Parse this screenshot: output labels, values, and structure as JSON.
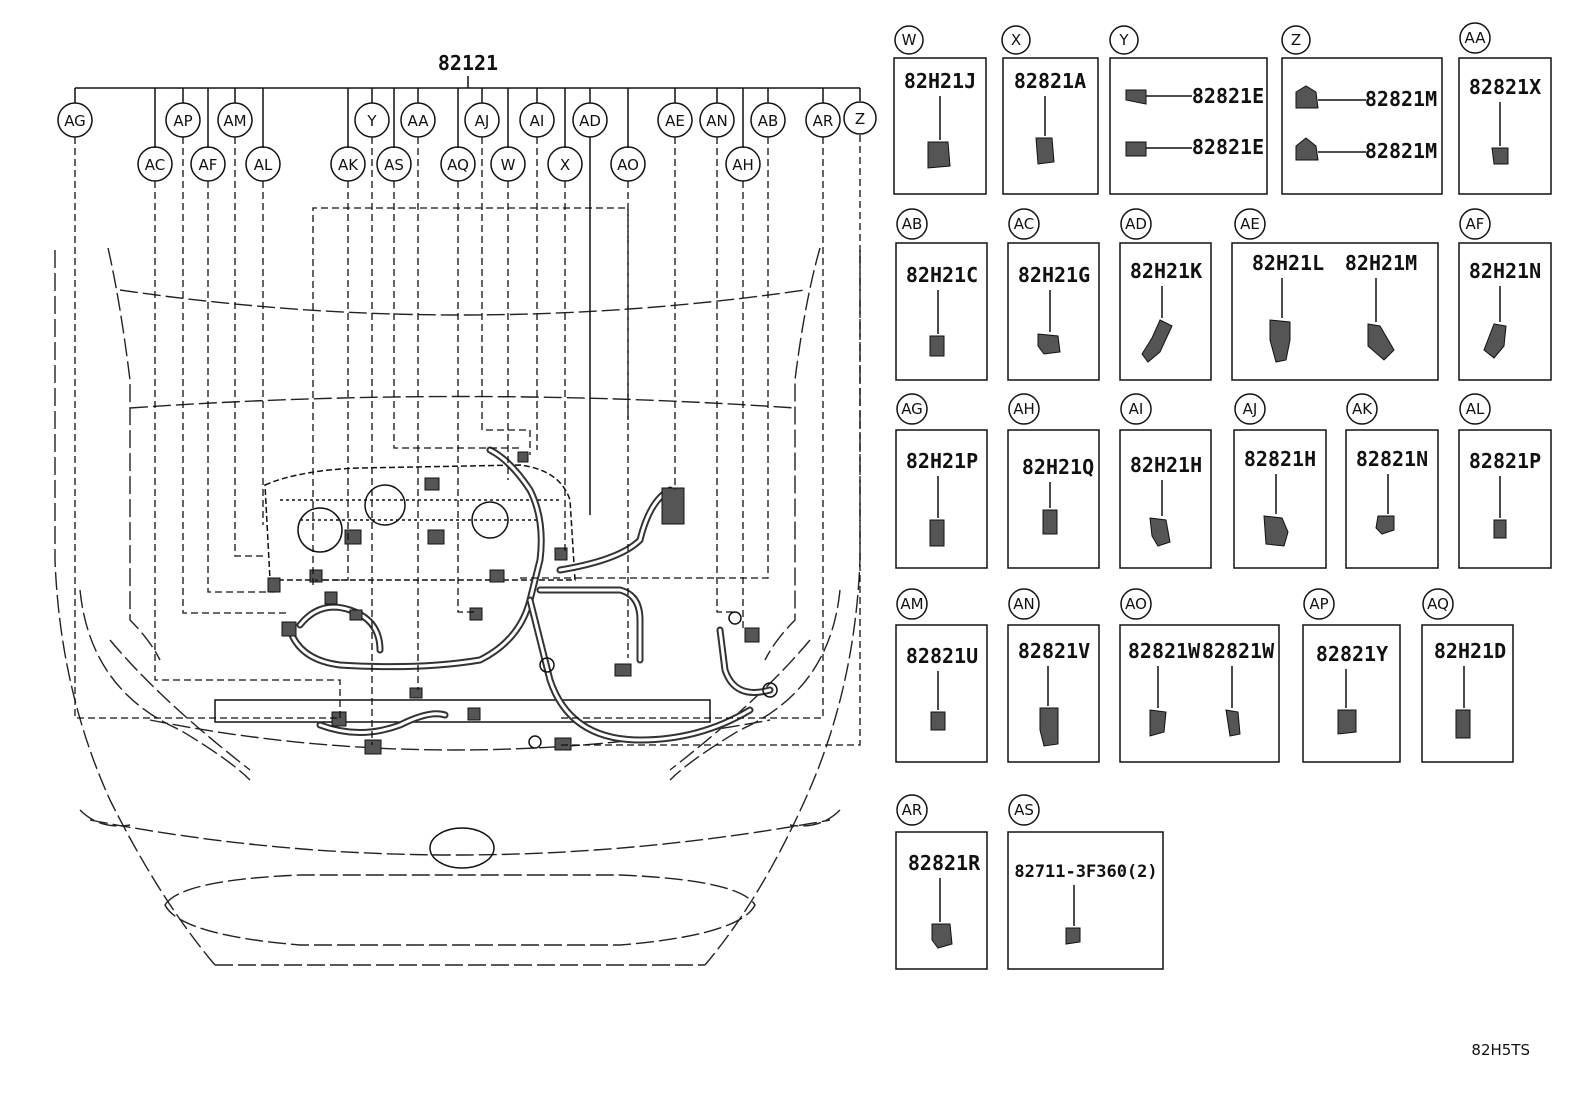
{
  "main_part": "82121",
  "footer_code": "82H5TS",
  "harness_callouts": [
    {
      "ref": "AG"
    },
    {
      "ref": "AC"
    },
    {
      "ref": "AP"
    },
    {
      "ref": "AF"
    },
    {
      "ref": "AM"
    },
    {
      "ref": "AL"
    },
    {
      "ref": "AK"
    },
    {
      "ref": "Y"
    },
    {
      "ref": "AS"
    },
    {
      "ref": "AA"
    },
    {
      "ref": "AQ"
    },
    {
      "ref": "AJ"
    },
    {
      "ref": "W"
    },
    {
      "ref": "AI"
    },
    {
      "ref": "X"
    },
    {
      "ref": "AD"
    },
    {
      "ref": "AO"
    },
    {
      "ref": "AE"
    },
    {
      "ref": "AN"
    },
    {
      "ref": "AH"
    },
    {
      "ref": "AB"
    },
    {
      "ref": "AR"
    },
    {
      "ref": "Z"
    }
  ],
  "part_boxes": [
    {
      "ref": "W",
      "parts": [
        "82H21J"
      ]
    },
    {
      "ref": "X",
      "parts": [
        "82821A"
      ]
    },
    {
      "ref": "Y",
      "parts": [
        "82821E",
        "82821E"
      ]
    },
    {
      "ref": "Z",
      "parts": [
        "82821M",
        "82821M"
      ]
    },
    {
      "ref": "AA",
      "parts": [
        "82821X"
      ]
    },
    {
      "ref": "AB",
      "parts": [
        "82H21C"
      ]
    },
    {
      "ref": "AC",
      "parts": [
        "82H21G"
      ]
    },
    {
      "ref": "AD",
      "parts": [
        "82H21K"
      ]
    },
    {
      "ref": "AE",
      "parts": [
        "82H21L",
        "82H21M"
      ]
    },
    {
      "ref": "AF",
      "parts": [
        "82H21N"
      ]
    },
    {
      "ref": "AG",
      "parts": [
        "82H21P"
      ]
    },
    {
      "ref": "AH",
      "parts": [
        "82H21Q"
      ]
    },
    {
      "ref": "AI",
      "parts": [
        "82H21H"
      ]
    },
    {
      "ref": "AJ",
      "parts": [
        "82821H"
      ]
    },
    {
      "ref": "AK",
      "parts": [
        "82821N"
      ]
    },
    {
      "ref": "AL",
      "parts": [
        "82821P"
      ]
    },
    {
      "ref": "AM",
      "parts": [
        "82821U"
      ]
    },
    {
      "ref": "AN",
      "parts": [
        "82821V"
      ]
    },
    {
      "ref": "AO",
      "parts": [
        "82821W",
        "82821W"
      ]
    },
    {
      "ref": "AP",
      "parts": [
        "82821Y"
      ]
    },
    {
      "ref": "AQ",
      "parts": [
        "82H21D"
      ]
    },
    {
      "ref": "AR",
      "parts": [
        "82821R"
      ]
    },
    {
      "ref": "AS",
      "parts": [
        "82711-3F360(2)"
      ]
    }
  ]
}
